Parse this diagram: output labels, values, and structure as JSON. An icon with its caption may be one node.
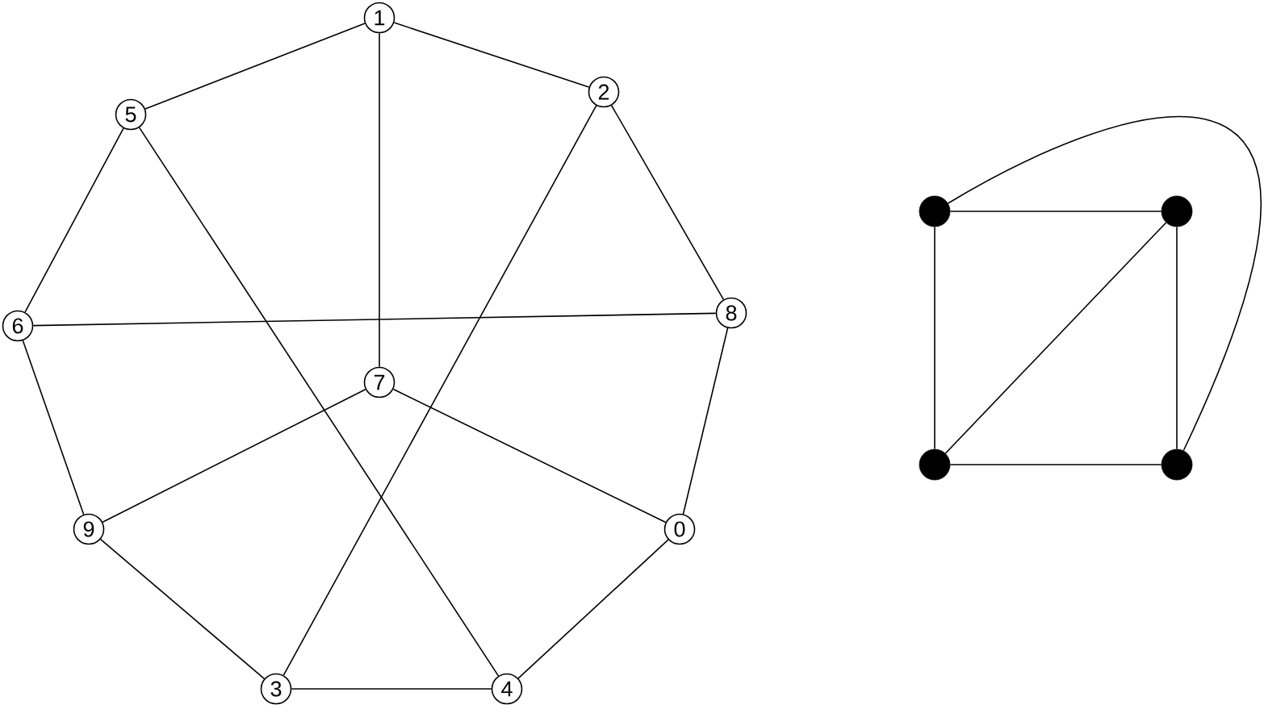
{
  "diagram": {
    "nodes": [
      {
        "text": [
          "1"
        ]
      },
      {
        "text": [
          "5"
        ]
      },
      {
        "text": [
          "2"
        ]
      },
      {
        "text": [
          "6"
        ]
      },
      {
        "text": [
          "8"
        ]
      },
      {
        "text": [
          "7"
        ]
      },
      {
        "text": [
          "9"
        ]
      },
      {
        "text": [
          "0"
        ]
      },
      {
        "text": [
          "3"
        ]
      },
      {
        "text": [
          "4"
        ]
      },
      {
        "text": [],
        "shape": "circle"
      },
      {
        "text": [],
        "shape": "circle"
      },
      {
        "text": [],
        "shape": "circle"
      },
      {
        "text": [],
        "shape": "circle"
      }
    ],
    "edges": [
      {
        "from": 0,
        "to": 1,
        "arrow": "none"
      },
      {
        "from": 0,
        "to": 2,
        "arrow": "none"
      },
      {
        "from": 0,
        "to": 5,
        "arrow": "none"
      },
      {
        "from": 1,
        "to": 3,
        "arrow": "none"
      },
      {
        "from": 1,
        "to": 9,
        "arrow": "none"
      },
      {
        "from": 2,
        "to": 4,
        "arrow": "none"
      },
      {
        "from": 2,
        "to": 8,
        "arrow": "none"
      },
      {
        "from": 3,
        "to": 4,
        "arrow": "none"
      },
      {
        "from": 3,
        "to": 6,
        "arrow": "none"
      },
      {
        "from": 4,
        "to": 7,
        "arrow": "none"
      },
      {
        "from": 5,
        "to": 6,
        "arrow": "none"
      },
      {
        "from": 5,
        "to": 7,
        "arrow": "none"
      },
      {
        "from": 6,
        "to": 8,
        "arrow": "none"
      },
      {
        "from": 7,
        "to": 9,
        "arrow": "none"
      },
      {
        "from": 8,
        "to": 9,
        "arrow": "none"
      },
      {
        "from": 10,
        "to": 11,
        "arrow": "none"
      },
      {
        "from": 10,
        "to": 12,
        "arrow": "none"
      },
      {
        "from": 11,
        "to": 13,
        "arrow": "none"
      },
      {
        "from": 12,
        "to": 13,
        "arrow": "none"
      },
      {
        "from": 12,
        "to": 11,
        "arrow": "none"
      },
      {
        "from": 10,
        "to": 13,
        "arrow": "none"
      }
    ]
  }
}
